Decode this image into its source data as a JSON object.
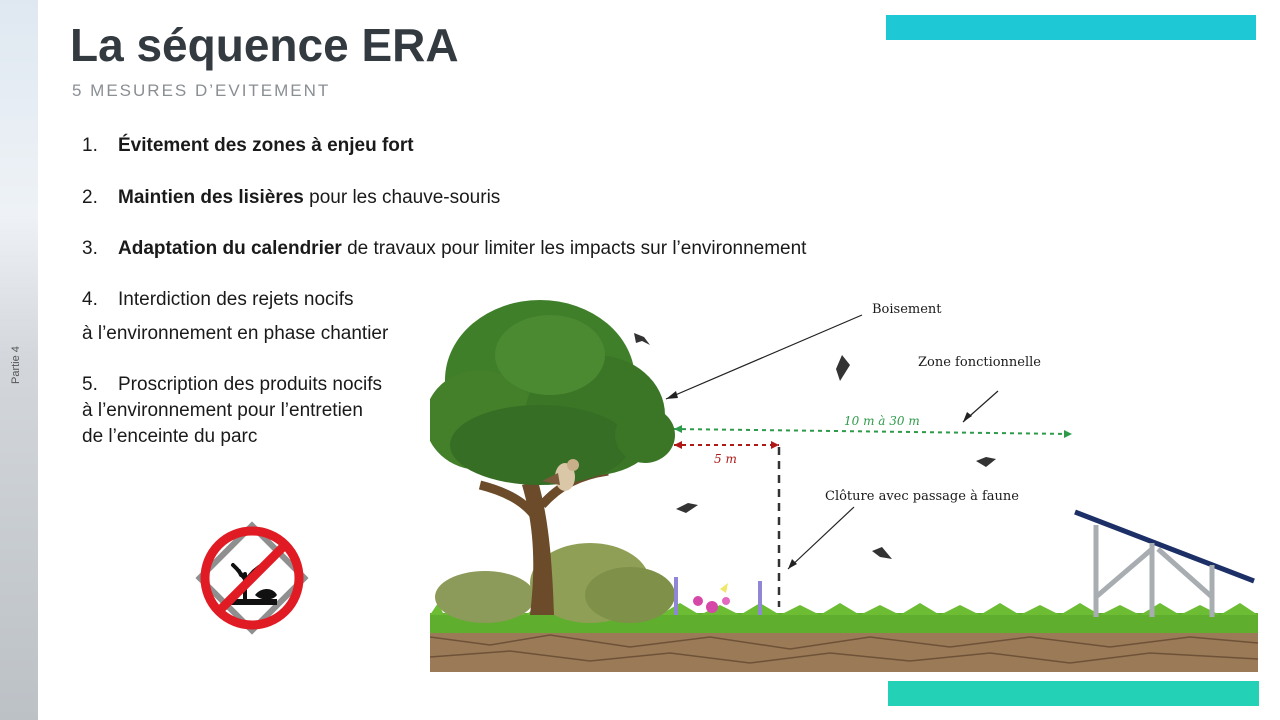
{
  "slide": {
    "part_label": "Partie 4",
    "title": "La séquence ERA",
    "subtitle": "5 MESURES D’EVITEMENT"
  },
  "measures": {
    "m1": {
      "num": "1.",
      "bold": "Évitement des zones à enjeu fort",
      "rest": ""
    },
    "m2": {
      "num": "2.",
      "bold": "Maintien des lisières",
      "rest": " pour les chauve-souris"
    },
    "m3": {
      "num": "3.",
      "bold": "Adaptation du calendrier",
      "rest": " de travaux pour limiter les impacts sur l’environnement"
    },
    "m4": {
      "num": "4.",
      "line1": "Interdiction des rejets nocifs",
      "line2": "à l’environnement en phase chantier"
    },
    "m5": {
      "num": "5.",
      "line1": "Proscription des produits nocifs",
      "line2": "à l’environnement pour l’entretien",
      "line3": "de l’enceinte du parc"
    }
  },
  "illustration": {
    "label_boisement": "Boisement",
    "label_zone": "Zone fonctionnelle",
    "label_cloture": "Clôture avec passage à faune",
    "dist_large": "10 m à 30 m",
    "dist_small": "5 m"
  },
  "icons": {
    "prohibition": "no-pollution-prohibition-icon",
    "bat": "bat-icon",
    "bird": "bird-icon",
    "tree": "tree-icon",
    "solar_panel": "solar-panel-icon"
  },
  "colors": {
    "accent_top": "#1ec8d4",
    "accent_bottom": "#23d2b6",
    "title": "#333a40",
    "subtitle": "#8a8f93",
    "dist_large": "#2e9b4a",
    "dist_small": "#b01818",
    "prohibition": "#e01b24"
  }
}
